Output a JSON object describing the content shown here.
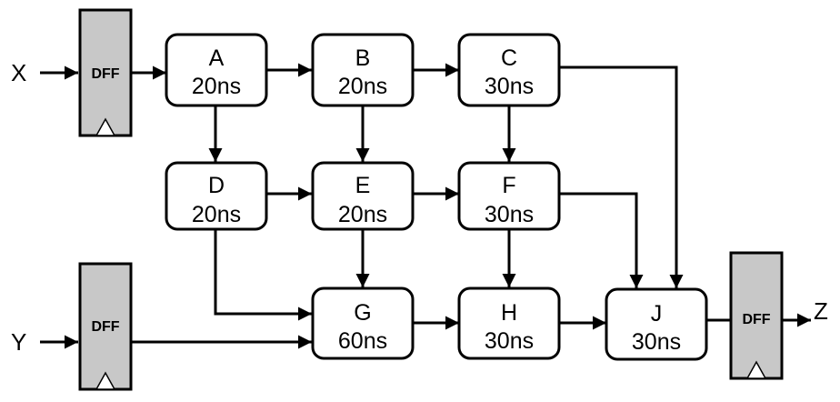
{
  "inputs": {
    "x": "X",
    "y": "Y"
  },
  "output": {
    "z": "Z"
  },
  "flipflops": {
    "dff_x": "DFF",
    "dff_y": "DFF",
    "dff_z": "DFF"
  },
  "nodes": {
    "a": {
      "name": "A",
      "delay": "20ns"
    },
    "b": {
      "name": "B",
      "delay": "20ns"
    },
    "c": {
      "name": "C",
      "delay": "30ns"
    },
    "d": {
      "name": "D",
      "delay": "20ns"
    },
    "e": {
      "name": "E",
      "delay": "20ns"
    },
    "f": {
      "name": "F",
      "delay": "30ns"
    },
    "g": {
      "name": "G",
      "delay": "60ns"
    },
    "h": {
      "name": "H",
      "delay": "30ns"
    },
    "j": {
      "name": "J",
      "delay": "30ns"
    }
  },
  "edges": [
    [
      "X",
      "DFF-X"
    ],
    [
      "DFF-X",
      "A"
    ],
    [
      "A",
      "B"
    ],
    [
      "B",
      "C"
    ],
    [
      "C",
      "J"
    ],
    [
      "A",
      "D"
    ],
    [
      "B",
      "E"
    ],
    [
      "C",
      "F"
    ],
    [
      "D",
      "E"
    ],
    [
      "E",
      "F"
    ],
    [
      "F",
      "J"
    ],
    [
      "D",
      "G"
    ],
    [
      "E",
      "G"
    ],
    [
      "F",
      "H"
    ],
    [
      "Y",
      "DFF-Y"
    ],
    [
      "DFF-Y",
      "G"
    ],
    [
      "G",
      "H"
    ],
    [
      "H",
      "J"
    ],
    [
      "J",
      "DFF-Z"
    ],
    [
      "DFF-Z",
      "Z"
    ]
  ]
}
